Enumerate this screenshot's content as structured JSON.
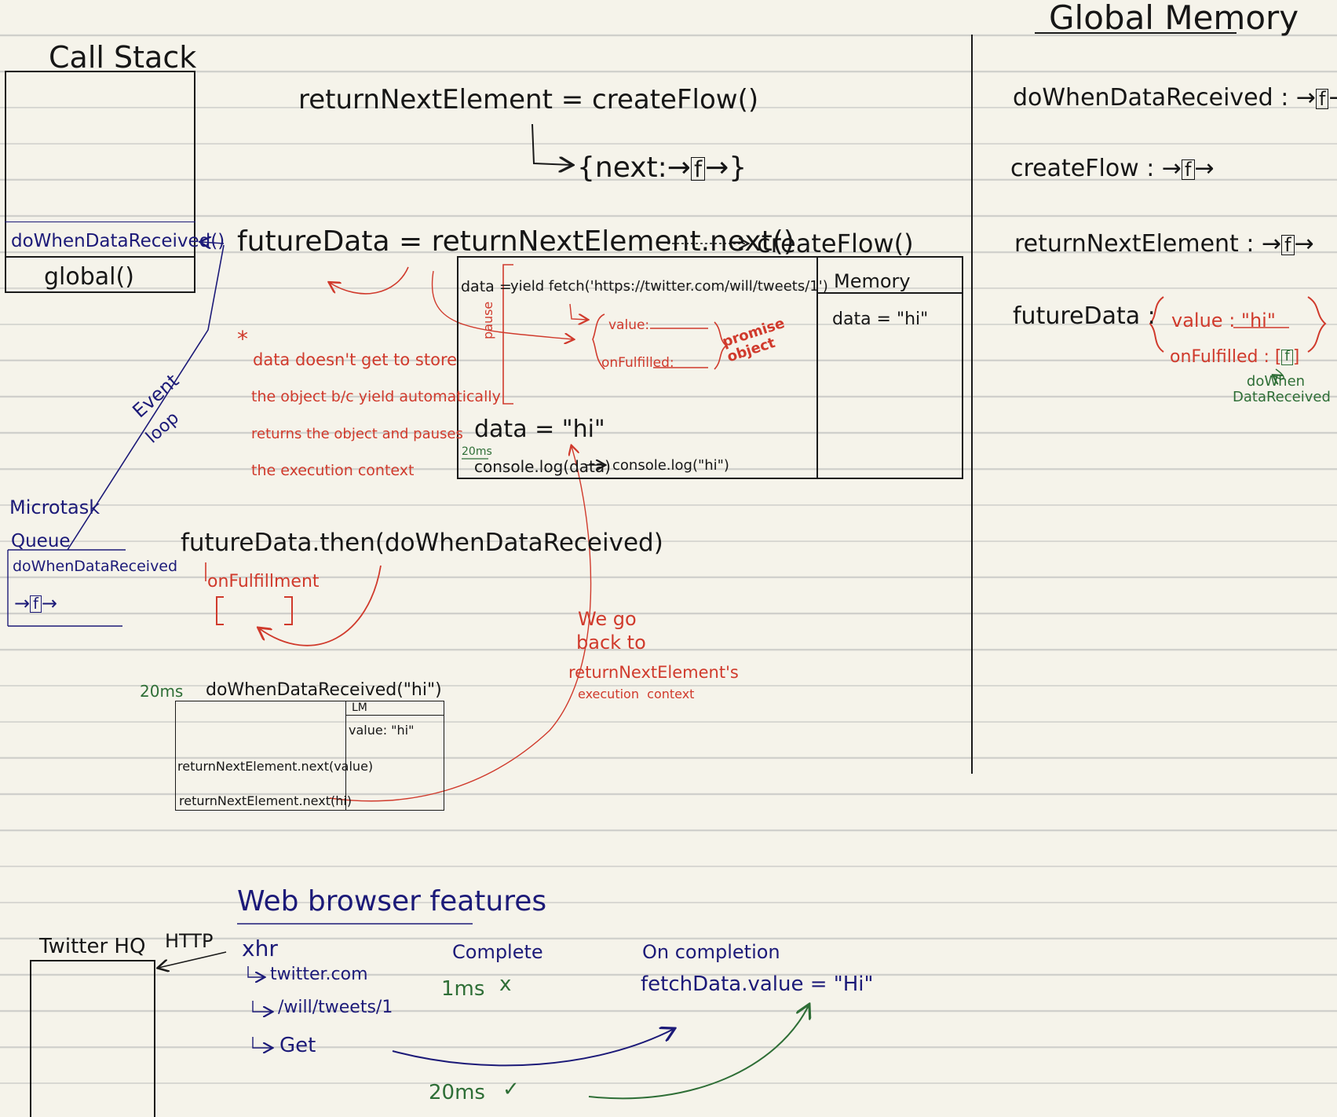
{
  "global_memory": {
    "title": "Global Memory",
    "items": [
      {
        "name": "doWhenDataReceived",
        "value": "f"
      },
      {
        "name": "createFlow",
        "value": "f"
      },
      {
        "name": "returnNextElement",
        "value": "f"
      }
    ],
    "future_data": {
      "name": "futureData",
      "value_label": "value",
      "value": "\"hi\"",
      "onfulfilled_label": "onFulfilled",
      "onfulfilled_value": "f",
      "note": "doWhen DataReceived"
    }
  },
  "call_stack": {
    "title": "Call Stack",
    "frames": [
      "doWhenDataReceived()",
      "global()"
    ]
  },
  "main": {
    "line1": "returnNextElement = createFlow()",
    "line2_prefix": "{next:",
    "line2_fn": "f",
    "line2_suffix": "}",
    "line3": "futureData = returnNextElement.next()",
    "line3_target": "createFlow()"
  },
  "createflow_ctx": {
    "data_label": "data =",
    "yield_line": "yield fetch('https://twitter.com/will/tweets/1')",
    "pause_label": "pause",
    "value_label": "value:",
    "onfulfilled_label": "onFulfilled:",
    "promise_note": "promise object",
    "data_hi": "data = \"hi\"",
    "time_20ms": "20ms",
    "console_line": "console.log(data)",
    "console_result": "console.log(\"hi\")",
    "memory_title": "Memory",
    "memory_item": "data = \"hi\""
  },
  "note_yield": {
    "star": "*",
    "lines": [
      "data doesn't get to store",
      "the object b/c yield automatically",
      "returns the object and pauses",
      "the execution context"
    ]
  },
  "microtask": {
    "title1": "Microtask",
    "title2": "Queue",
    "item": "doWhenDataReceived",
    "item_fn": "f"
  },
  "event_loop": {
    "word1": "Event",
    "word2": "loop"
  },
  "then_section": {
    "line": "futureData.then(doWhenDataReceived)",
    "on_fulfillment": "onFulfillment"
  },
  "go_back_note": {
    "lines": [
      "We go",
      "back to",
      "returnNextElement's",
      "execution  context"
    ]
  },
  "dwdr_ctx": {
    "time": "20ms",
    "title": "doWhenDataReceived(\"hi\")",
    "lm_label": "LM",
    "lm_value": "value: \"hi\"",
    "line1": "returnNextElement.next(value)",
    "line2": "returnNextElement.next(hi)"
  },
  "web_browser": {
    "title": "Web browser features",
    "twitter_hq": "Twitter HQ",
    "http": "HTTP",
    "xhr": "xhr",
    "url1": "twitter.com",
    "url2": "/will/tweets/1",
    "method": "Get",
    "complete_label": "Complete",
    "time_1ms": "1ms",
    "x_mark": "x",
    "time_20ms": "20ms",
    "check_mark": "✓",
    "on_completion": "On completion",
    "fetch_value": "fetchData.value = \"Hi\""
  },
  "colors": {
    "ink": "#1a1a1a",
    "red": "#d03a2c",
    "blue": "#1c1a78",
    "green": "#2e6e36",
    "paper": "#f5f3ea",
    "rule": "#cfcfcb"
  }
}
